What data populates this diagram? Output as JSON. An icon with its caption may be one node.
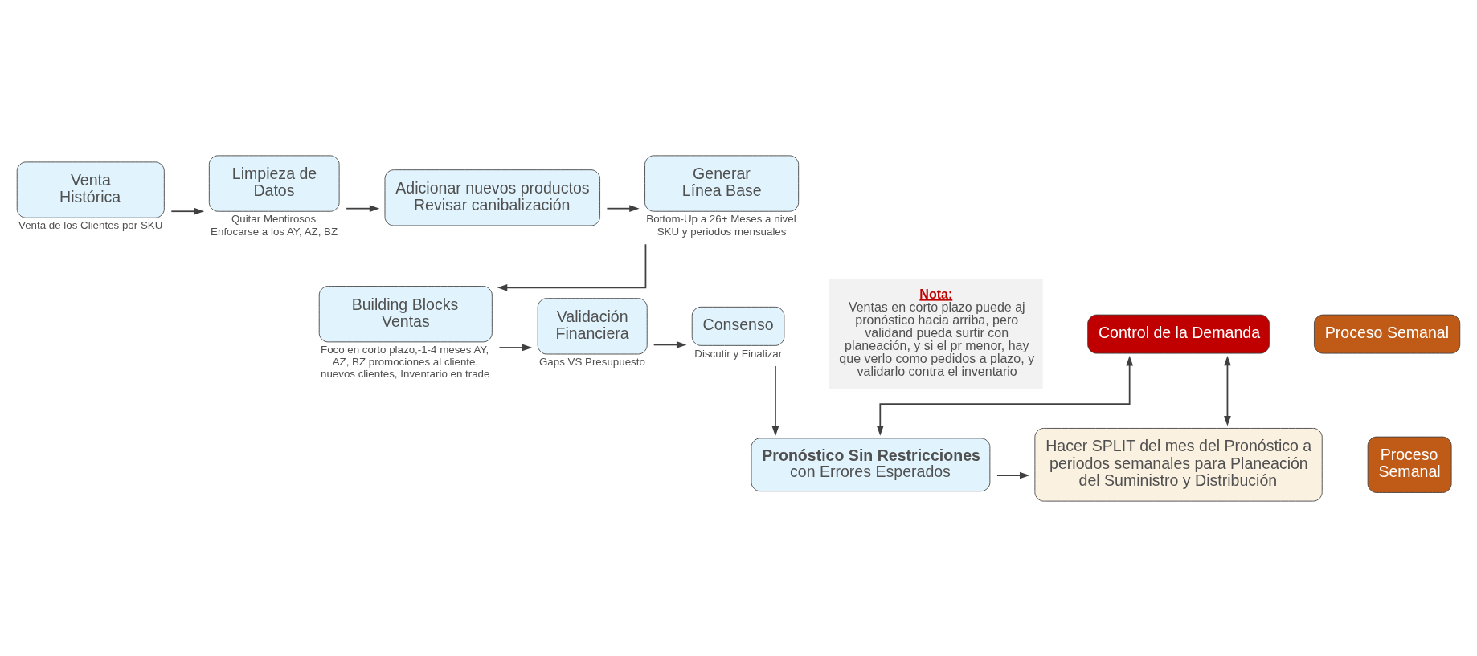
{
  "diagram": {
    "nodes": [
      {
        "text": [
          "Venta Histórica"
        ],
        "beside": [
          "Venta de los Clientes por SKU"
        ]
      },
      {
        "text": [
          "Limpieza de Datos"
        ],
        "beside": [
          "Quitar Mentirosos",
          "Enfocarse a los AY, AZ, BZ"
        ]
      },
      {
        "text": [
          "Adicionar nuevos productos",
          "Revisar canibalización"
        ]
      },
      {
        "text": [
          "Generar Línea Base"
        ],
        "beside": [
          "Bottom-Up a 26+ Meses a nivel SKU y periodos mensuales"
        ]
      },
      {
        "text": [
          "Building Blocks Ventas"
        ],
        "beside": [
          "Foco en corto plazo,-1-4 meses AY, AZ, BZ promociones al cliente, nuevos clientes, Inventario en trade"
        ]
      },
      {
        "text": [
          "Validación Financiera"
        ],
        "beside": [
          "Gaps VS Presupuesto"
        ]
      },
      {
        "text": [
          "Consenso"
        ],
        "beside": [
          "Discutir y Finalizar"
        ]
      },
      {
        "text": [
          "Nota:",
          "Ventas en corto plazo puede aj pronóstico hacia arriba, pero validand pueda surtir con planeación, y si el pr menor, hay que verlo como pedidos a plazo, y validarlo contra el inventario"
        ]
      },
      {
        "text": [
          "Pronóstico Sin Restricciones",
          "con Errores Esperados"
        ]
      },
      {
        "text": [
          "Hacer SPLIT del mes del Pronóstico a periodos semanales para Planeación del Suministro y Distribución"
        ]
      },
      {
        "text": [
          "Proceso Semanal"
        ]
      },
      {
        "text": [
          "Control de la Demanda"
        ]
      },
      {
        "text": [
          "Proceso Semanal"
        ]
      }
    ],
    "edges": [
      {
        "from": 0,
        "to": 1,
        "arrow": "to"
      },
      {
        "from": 1,
        "to": 2,
        "arrow": "to"
      },
      {
        "from": 2,
        "to": 3,
        "arrow": "to"
      },
      {
        "from": 3,
        "to": 4,
        "arrow": "to"
      },
      {
        "from": 4,
        "to": 5,
        "arrow": "to"
      },
      {
        "from": 5,
        "to": 6,
        "arrow": "to"
      },
      {
        "from": 6,
        "to": 8,
        "arrow": "to"
      },
      {
        "from": 8,
        "to": 9,
        "arrow": "to"
      },
      {
        "from": 11,
        "to": 8,
        "arrow": "both"
      },
      {
        "from": 11,
        "to": 9,
        "arrow": "both"
      }
    ]
  }
}
